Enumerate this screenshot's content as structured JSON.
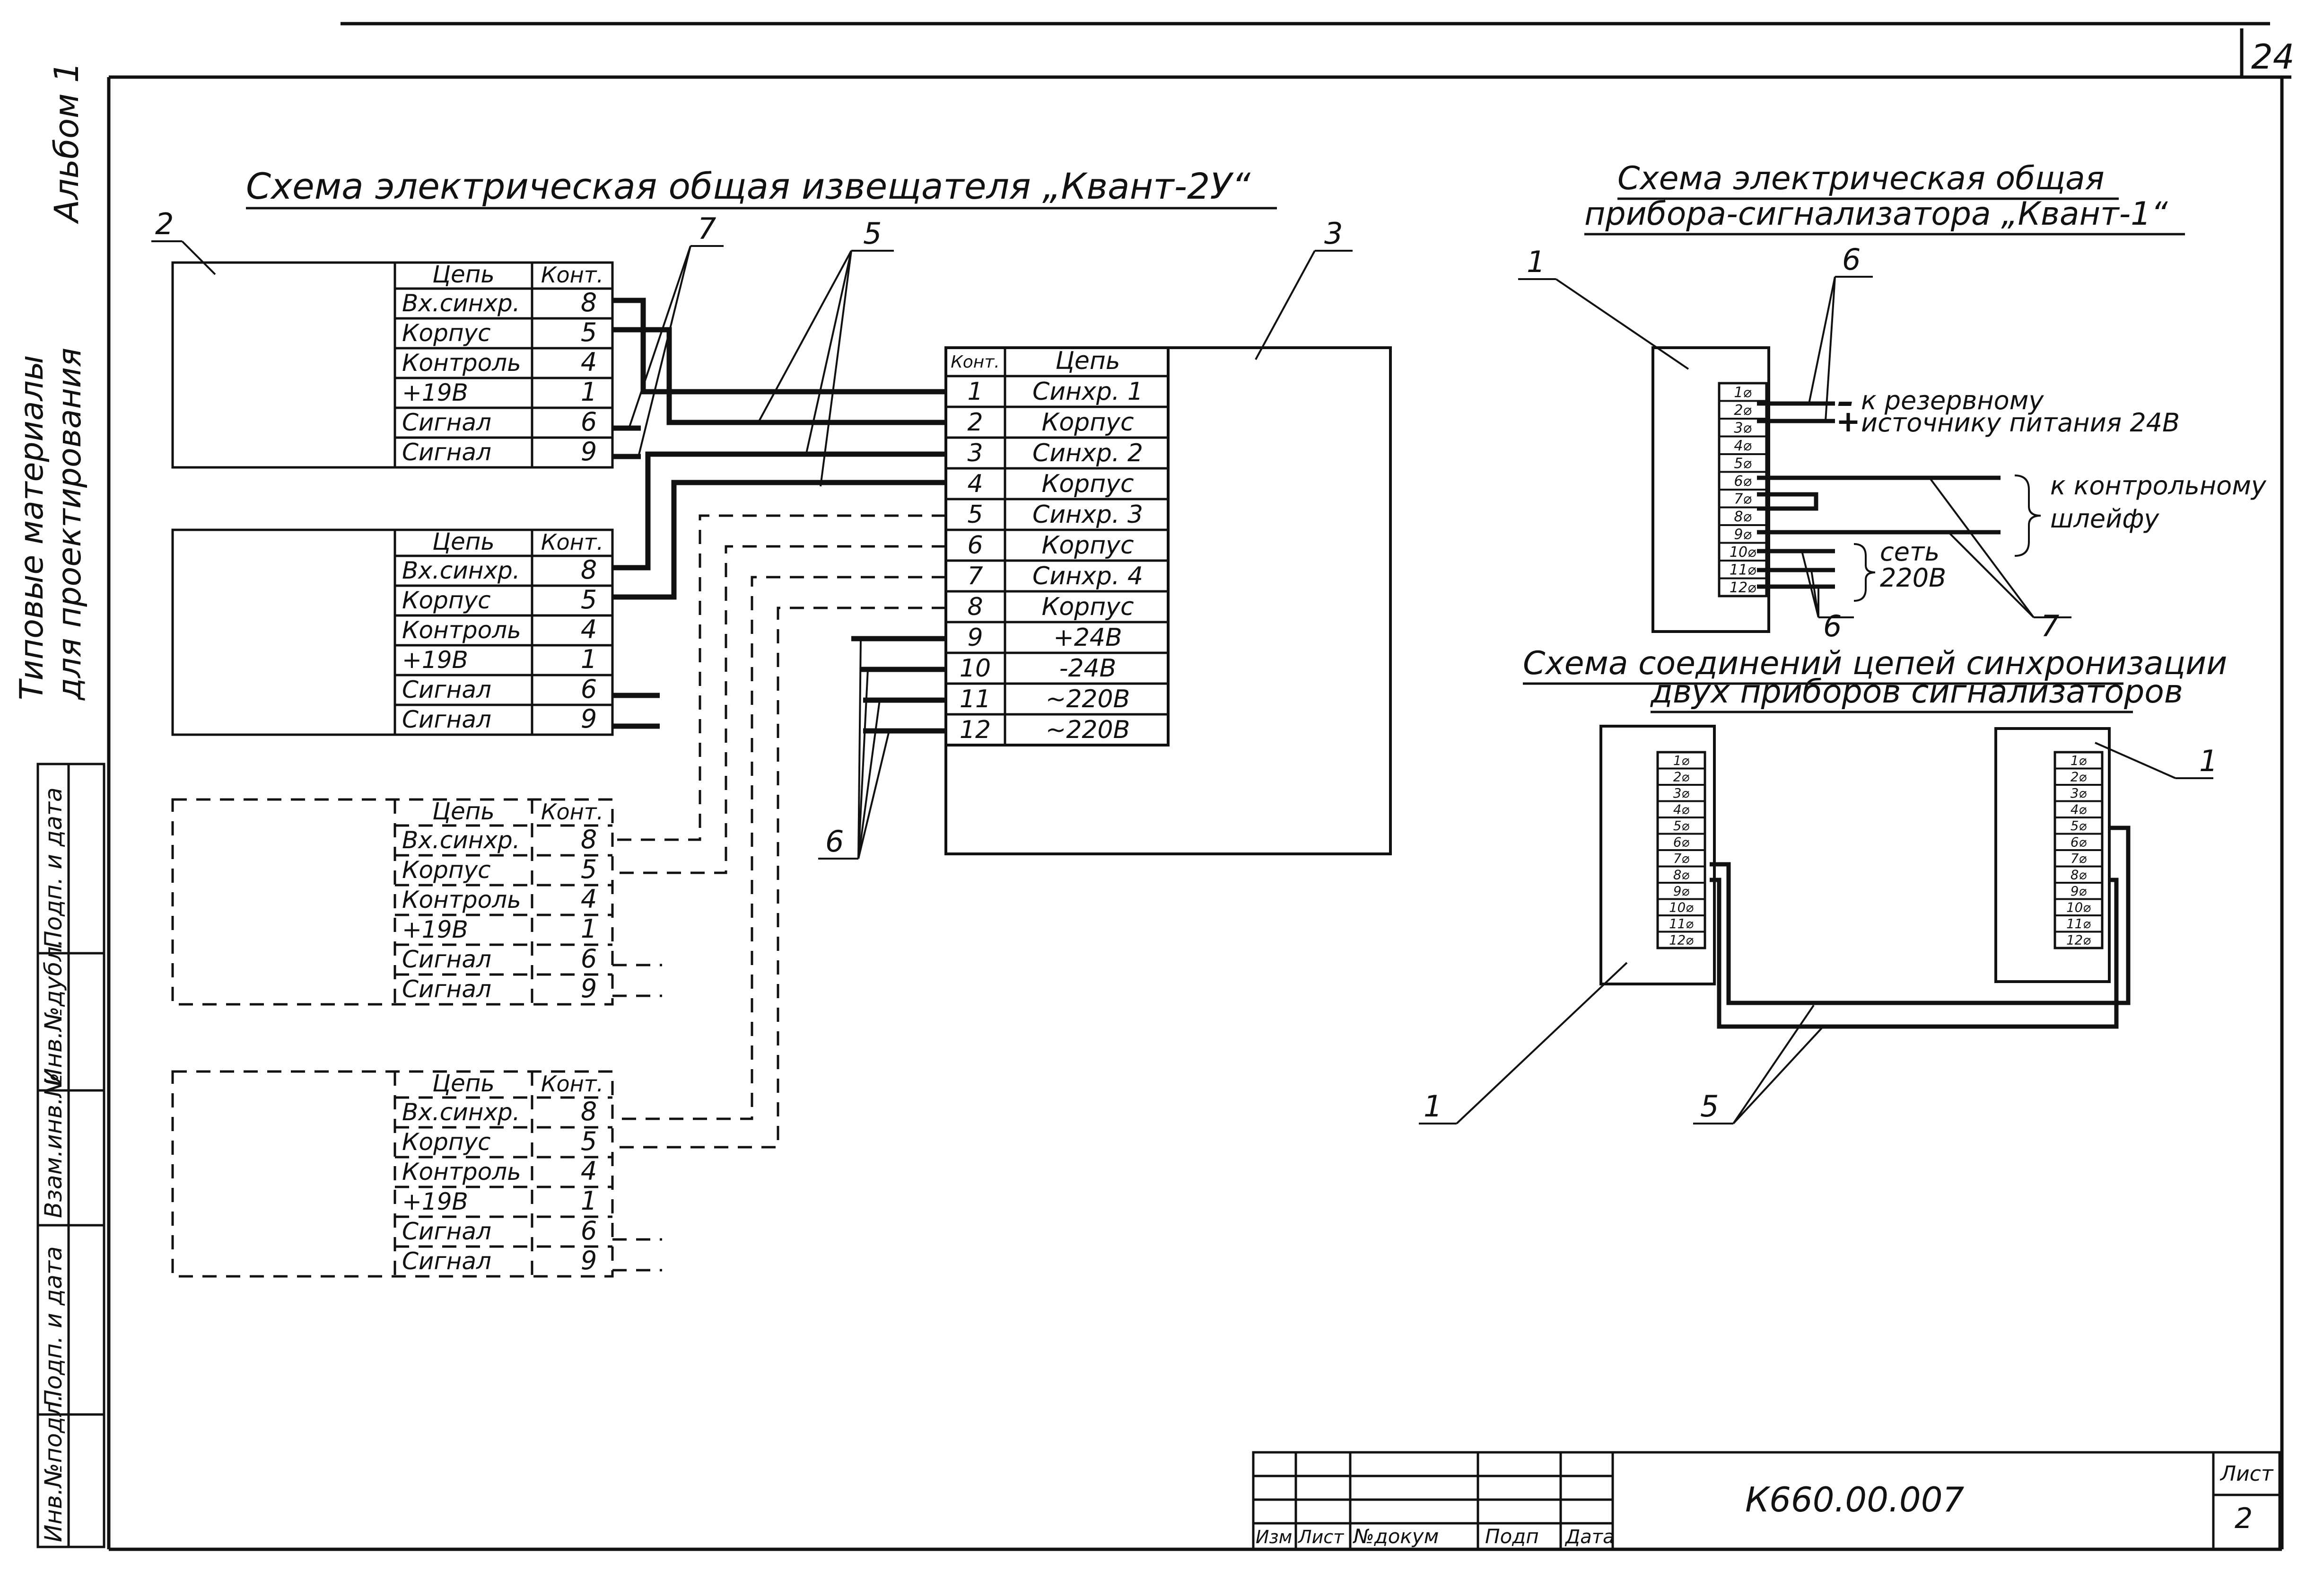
{
  "page_number": "24",
  "side_labels": {
    "album": "Альбом 1",
    "materials_line1": "Типовые материалы",
    "materials_line2": "для проектирования"
  },
  "side_stamp": [
    "Инв.№подл.",
    "Подп. и дата",
    "Взам.инв.№",
    "Инв.№дубл.",
    "Подп. и дата"
  ],
  "title_left": "Схема электрическая общая извещателя „Квант-2У“",
  "title_right_1": "Схема электрическая общая",
  "title_right_2": "прибора-сигнализатора „Квант-1“",
  "title_sync_1": "Схема соединений цепей синхронизации",
  "title_sync_2": "двух приборов сигнализаторов",
  "detector_table": {
    "header": [
      "Цепь",
      "Конт."
    ],
    "rows": [
      [
        "Вх.синхр.",
        "8"
      ],
      [
        "Корпус",
        "5"
      ],
      [
        "Контроль",
        "4"
      ],
      [
        "+19В",
        "1"
      ],
      [
        "Сигнал",
        "6"
      ],
      [
        "Сигнал",
        "9"
      ]
    ]
  },
  "device_table": {
    "header": [
      "Конт.",
      "Цепь"
    ],
    "rows": [
      [
        "1",
        "Синхр. 1"
      ],
      [
        "2",
        "Корпус"
      ],
      [
        "3",
        "Синхр. 2"
      ],
      [
        "4",
        "Корпус"
      ],
      [
        "5",
        "Синхр. 3"
      ],
      [
        "6",
        "Корпус"
      ],
      [
        "7",
        "Синхр. 4"
      ],
      [
        "8",
        "Корпус"
      ],
      [
        "9",
        "+24В"
      ],
      [
        "10",
        "-24В"
      ],
      [
        "11",
        "~220В"
      ],
      [
        "12",
        "~220В"
      ]
    ]
  },
  "terminal_labels": [
    "1⌀",
    "2⌀",
    "3⌀",
    "4⌀",
    "5⌀",
    "6⌀",
    "7⌀",
    "8⌀",
    "9⌀",
    "10⌀",
    "11⌀",
    "12⌀"
  ],
  "callouts": {
    "c1": "1",
    "c2": "2",
    "c3": "3",
    "c5": "5",
    "c6": "6",
    "c7": "7"
  },
  "notes": {
    "minus": "–",
    "plus": "+",
    "reserve_1": "к резервному",
    "reserve_2": "источнику питания 24В",
    "control_1": "к контрольному",
    "control_2": "шлейфу",
    "net_1": "сеть",
    "net_2": "220В"
  },
  "stamp": {
    "code": "К660.00.007",
    "sheet_label": "Лист",
    "sheet_no": "2",
    "cols": [
      "Изм",
      "Лист",
      "№докум",
      "Подп",
      "Дата"
    ]
  }
}
